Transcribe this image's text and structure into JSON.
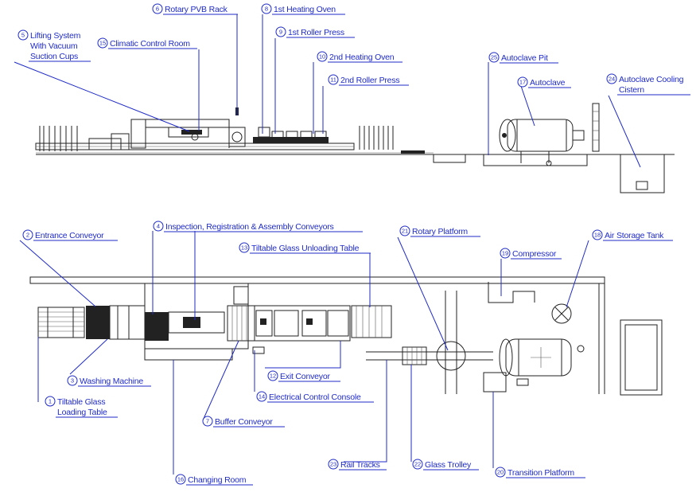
{
  "labels": [
    {
      "id": "l1",
      "num": "1",
      "lines": [
        "Tiltable Glass",
        "Loading Table"
      ]
    },
    {
      "id": "l2",
      "num": "2",
      "lines": [
        "Entrance Conveyor"
      ]
    },
    {
      "id": "l3",
      "num": "3",
      "lines": [
        "Washing Machine"
      ]
    },
    {
      "id": "l4",
      "num": "4",
      "lines": [
        "Inspection, Registration & Assembly Conveyors"
      ]
    },
    {
      "id": "l5",
      "num": "5",
      "lines": [
        "Lifting System",
        "With Vacuum",
        "Suction Cups"
      ]
    },
    {
      "id": "l6",
      "num": "6",
      "lines": [
        "Rotary PVB Rack"
      ]
    },
    {
      "id": "l7",
      "num": "7",
      "lines": [
        "Buffer Conveyor"
      ]
    },
    {
      "id": "l8",
      "num": "8",
      "lines": [
        "1st Heating Oven"
      ]
    },
    {
      "id": "l9",
      "num": "9",
      "lines": [
        "1st Roller Press"
      ]
    },
    {
      "id": "l10",
      "num": "10",
      "lines": [
        "2nd Heating Oven"
      ]
    },
    {
      "id": "l11",
      "num": "11",
      "lines": [
        "2nd Roller Press"
      ]
    },
    {
      "id": "l12",
      "num": "12",
      "lines": [
        "Exit Conveyor"
      ]
    },
    {
      "id": "l13",
      "num": "13",
      "lines": [
        "Tiltable Glass Unloading Table"
      ]
    },
    {
      "id": "l14",
      "num": "14",
      "lines": [
        "Electrical Control Console"
      ]
    },
    {
      "id": "l15",
      "num": "15",
      "lines": [
        "Climatic Control Room"
      ]
    },
    {
      "id": "l16",
      "num": "16",
      "lines": [
        "Changing Room"
      ]
    },
    {
      "id": "l17",
      "num": "17",
      "lines": [
        "Autoclave"
      ]
    },
    {
      "id": "l18",
      "num": "18",
      "lines": [
        "Air Storage Tank"
      ]
    },
    {
      "id": "l19",
      "num": "19",
      "lines": [
        "Compressor"
      ]
    },
    {
      "id": "l20",
      "num": "20",
      "lines": [
        "Transition Platform"
      ]
    },
    {
      "id": "l21",
      "num": "21",
      "lines": [
        "Rotary Platform"
      ]
    },
    {
      "id": "l22",
      "num": "22",
      "lines": [
        "Glass Trolley"
      ]
    },
    {
      "id": "l23",
      "num": "23",
      "lines": [
        "Rail Tracks"
      ]
    },
    {
      "id": "l24",
      "num": "24",
      "lines": [
        "Autoclave Cooling",
        "Cistern"
      ]
    },
    {
      "id": "l25",
      "num": "25",
      "lines": [
        "Autoclave Pit"
      ]
    }
  ]
}
